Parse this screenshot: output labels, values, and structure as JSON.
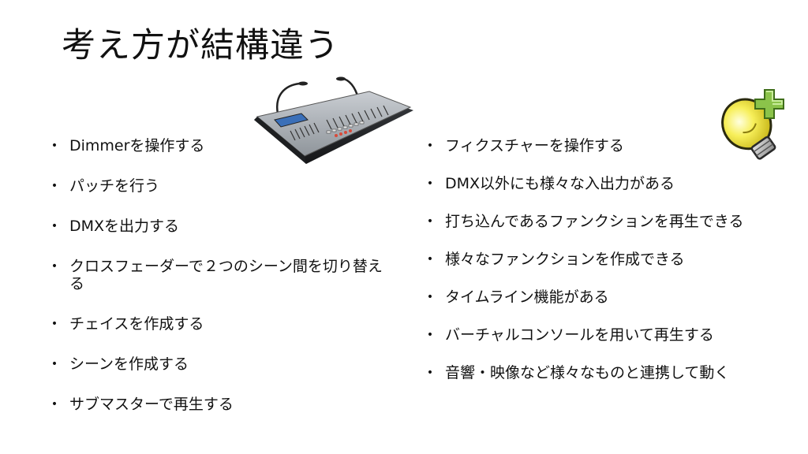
{
  "slide": {
    "title": "考え方が結構違う"
  },
  "left_column": {
    "bullet_symbol": "•",
    "items": [
      "Dimmerを操作する",
      "パッチを行う",
      "DMXを出力する",
      "クロスフェーダーで２つのシーン間を切り替える",
      "チェイスを作成する",
      "シーンを作成する",
      "サブマスターで再生する"
    ]
  },
  "right_column": {
    "bullet_symbol": "•",
    "items": [
      "フィクスチャーを操作する",
      "DMX以外にも様々な入出力がある",
      "打ち込んであるファンクションを再生できる",
      "様々なファンクションを作成できる",
      "タイムライン機能がある",
      "バーチャルコンソールを用いて再生する",
      "音響・映像など様々なものと連携して動く"
    ]
  },
  "icons": {
    "console": "lighting-console-icon",
    "bulb": "idea-bulb-plus-icon"
  },
  "colors": {
    "text": "#111111",
    "background": "#ffffff",
    "bulb_yellow": "#f2e84a",
    "plus_green": "#8bc34a"
  }
}
